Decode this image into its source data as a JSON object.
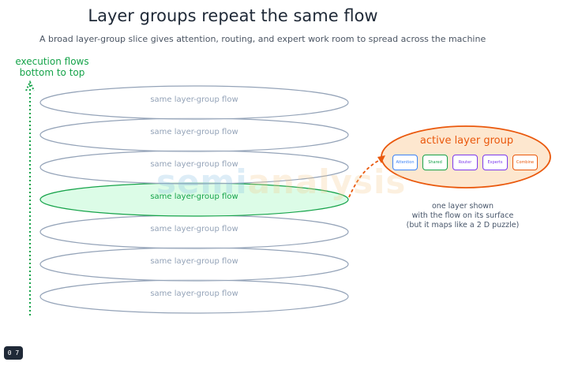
{
  "header": {
    "title": "Layer groups repeat the same flow",
    "subtitle": "A broad layer-group slice gives attention, routing, and expert work room to spread across the machine"
  },
  "execution": {
    "label_line1": "execution flows",
    "label_line2": "bottom to top"
  },
  "watermark": {
    "part_a": "semi",
    "part_b": "analysis"
  },
  "layers": [
    {
      "label": "same layer-group flow",
      "active": false
    },
    {
      "label": "same layer-group flow",
      "active": false
    },
    {
      "label": "same layer-group flow",
      "active": false
    },
    {
      "label": "same layer-group flow",
      "active": true
    },
    {
      "label": "same layer-group flow",
      "active": false
    },
    {
      "label": "same layer-group flow",
      "active": false
    },
    {
      "label": "same layer-group flow",
      "active": false
    }
  ],
  "active_group": {
    "title": "active layer group",
    "stages": [
      {
        "label": "Attention",
        "color": "#3b82f6"
      },
      {
        "label": "Shared",
        "color": "#16a34a"
      },
      {
        "label": "Router",
        "color": "#7c3aed"
      },
      {
        "label": "Experts",
        "color": "#7c3aed"
      },
      {
        "label": "Combine",
        "color": "#ea580c"
      }
    ]
  },
  "note": {
    "line1": "one layer shown",
    "line2": "with the flow on its surface",
    "line3": "(but it maps like a 2 D puzzle)"
  },
  "badge": {
    "text": "0 7"
  },
  "colors": {
    "layer_stroke": "#94a3b8",
    "active_fill": "#dcfce7",
    "active_stroke": "#16a34a",
    "accent_orange": "#ea580c",
    "group_fill": "#fde7cf",
    "exec_green": "#16a34a"
  }
}
